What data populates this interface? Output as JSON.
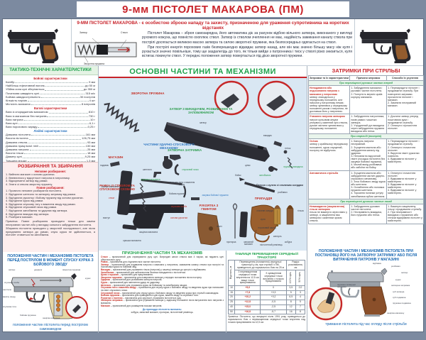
{
  "poster": {
    "title": "9-мм ПІСТОЛЕТ  МАКАРОВА  (ПМ)"
  },
  "intro": {
    "heading": "9-ММ ПІСТОЛЕТ МАКАРОВА - є особистою зброєю нападу та захисту, призначеною для ураження супротивника на коротких відстанях",
    "para1": "Пістолет Макарова – зброя самозарядна, його автоматика діє за рахунок відбою вільного затвора, виконаного у вигляді рухомого кожуха, що повністю охоплює ствол. Затвор із стволом зчеплення не має, надійність замикання каналу ствола при пострілі досягається великою масою затвора та силою зворотної пружини, яка безпосередньо одягається на ствол.",
    "para2": "При пострілі енергія порохових газів безперешкодно відкидає затвор назад, але він має значно більшу масу ніж куля і рухається значно повільніше, тому ще заздалегідь до того, як тільки вийде з патронника і тиск у стволі різко знизиться, куля встигає покинути ствол. У переднє положення затвор повертається під дією зворотної пружини.",
    "schematic": {
      "slide": "Затвор",
      "barrel": "Ствол",
      "spring": "Зворотна пружина"
    }
  },
  "specs": {
    "header": "ТАКТИКО-ТЕХНІЧНІ ХАРАКТЕРИСТИКИ",
    "g1_title": "Бойові характеристики",
    "g1_rows": [
      {
        "n": "Калібр",
        "v": "9 мм"
      },
      {
        "n": "Найбільш ефективний вогонь",
        "v": "до 50 м"
      },
      {
        "n": "Убійна сила кулі зберігається",
        "v": "до 350 м"
      },
      {
        "n": "Початкова швидкість кулі",
        "v": "315 м/с"
      },
      {
        "n": "Бойова швидкострільність",
        "v": "30 постр/хв"
      },
      {
        "n": "Кількість нарізів",
        "v": "4 шт"
      },
      {
        "n": "Місткість магазина",
        "v": "8 патронів"
      }
    ],
    "g2_title": "Вагові характеристики",
    "g2_rows": [
      {
        "n": "Вага із спорядженим магазином",
        "v": "810 г"
      },
      {
        "n": "Вага із магазином без патронів",
        "v": "730 г"
      },
      {
        "n": "Вага патрона",
        "v": "10 г"
      },
      {
        "n": "Вага кулі",
        "v": "6,1 г"
      },
      {
        "n": "Вага порохового заряду",
        "v": "0,25 г"
      }
    ],
    "g3_title": "Лінійні характеристики",
    "g3_rows": [
      {
        "n": "Довжина пістолета",
        "v": "161 мм"
      },
      {
        "n": "Висота пістолета",
        "v": "126,75 мм"
      },
      {
        "n": "Довжина ствола",
        "v": "93 мм"
      },
      {
        "n": "Довжина прицільної лінії",
        "v": "130 мм"
      },
      {
        "n": "Довжина патрона",
        "v": "25 мм"
      },
      {
        "n": "Висота гільзи",
        "v": "18 мм"
      },
      {
        "n": "Діаметр кулі",
        "v": "9,25 мм"
      },
      {
        "n": "Товщина мушки",
        "v": "1,3 мм"
      }
    ]
  },
  "disassembly": {
    "header": "РОЗБИРАННЯ ТА ЗБИРАННЯ",
    "partial_title": "Неповне розбирання:",
    "partial": [
      "1. Вийняти магазин з основи рукоятки.",
      "2. Впевнитися у відсутності патрона в патроннику.",
      "3. Відокремити затвор від рамки.",
      "4. Зняти зі ствола зворотну пружину."
    ],
    "full_title": "Повне розбирання:",
    "full": [
      "1. Провести неповне розбирання пістолета.",
      "2. Від'єднати шептало та затворну затримку від рамки.",
      "3. Від'єднати рукоятку і бойову пружину від основи рукоятки.",
      "4. Від'єднати курок від рамки.",
      "5. Від'єднати спускову тягу з важелем зводу від рамки.",
      "6. Від'єднати спусковий гачок від рамки.",
      "7. Від'єднати запобіжник та ударник від затвора.",
      "8. Від'єднати викидач від затвора.",
      "9. Розібрати магазин."
    ],
    "note": "Примітка: Повне розбирання проводити тільки для заміни несправних частин або у випадку сильного забруднення пістолета.",
    "assembly": "Збирання пістолета проводити у зворотній послідовності, але після приєднання затвора до рамки, спуск курка не здійснюється, а пістолет ставиться на запобіжник."
  },
  "left_position": {
    "heading": "ПОЛОЖЕННЯ ЧАСТИН І МЕХАНІЗМІВ ПІСТОЛЕТА ПЕРЕД ПОСТРІЛОМ В МОМЕНТ СПУСКУ КУРКА З БОЙОВОГО ЗВОДУ",
    "caption": "положення частин пістолета перед пострілом самовзводом",
    "labels": {
      "slide": "затвор",
      "striker": "ударник",
      "spring": "зворотна пружина",
      "hammer": "курок",
      "sear": "шептало",
      "lever": "важіль зводу",
      "rod": "спускова тяга",
      "guard": "спускова скоба",
      "mainspring": "бойова пружина",
      "catch": "защіпка магазина"
    }
  },
  "diagram": {
    "header": "ОСНОВНІ ЧАСТИНИ ТА МЕХАНІЗМИ",
    "group_spring": "ЗВОРОТНА ПРУЖИНА",
    "group_slide": "ЗАТВОР З ВИКИДАЧЕМ, РОЗБИВАЧЕМ ТА ЗАПОБІЖНИКОМ",
    "group_trigger": "ЧАСТИНИ УДАРНО-СПУСКОВОГО МЕХАНІЗМУ",
    "group_frame": "РАМКА ІЗ СТВОЛОМ ТА СПУСКОВОЮ СКОБОЮ",
    "group_magazine": "МАГАЗИН",
    "group_stop": "ЗАТВОРНА ЗАТРИМКА",
    "group_grip": "РУКОЯТКА З ГВИНТОМ",
    "group_accessories": "ПРИЛАДДЯ",
    "cartridge_title": "Патрон з кулею зі сталевим осердям",
    "labels": {
      "slide": "затвор",
      "extractor": "викидач",
      "plunger": "гніток",
      "extr_spring": "пружина викидача",
      "safety": "запобіжник",
      "rear_sight": "цілик",
      "firing_pin": "бойок",
      "striker": "розбивач",
      "hammer": "курок",
      "sear": "шептало",
      "trigger": "спусковий гачок",
      "trigger_rod": "спускова тяга з важелем зводу",
      "mainspring": "бойова пружина",
      "spring_latch": "засувка бойової пружини",
      "barrel": "ствол",
      "guard": "спускова скоба",
      "grip_base": "основа рукоятки",
      "mag_catch": "защіпка магазина",
      "feeder": "подавач",
      "mag_body": "корпус магазина",
      "feeder_spring": "пружина подавача",
      "mag_base": "кришка магазина",
      "lug": "виступ",
      "screw": "гвинт",
      "cleaning_rod": "протирка",
      "spare_mag": "запасний магазин",
      "lanyard": "пістолетний ремінець",
      "holster": "кобура",
      "core": "сталеве осердя",
      "bullet": "куля",
      "case": "гільза",
      "powder": "пороховий заряд",
      "primer": "капсуль"
    }
  },
  "purpose": {
    "header": "ПРИЗНАЧЕННЯ ЧАСТИН ТА МЕХАНІЗМІВ",
    "items": [
      {
        "t": "Ствол",
        "d": "– призначений для спрямування руху кулі. Всередині канал ствола має 4 нарізи, які надають кулі обертального руху."
      },
      {
        "t": "Рамка",
        "d": "– призначена для з'єднання всіх частин пістолета."
      },
      {
        "t": "Затвор",
        "d": "– призначений для подавання патрона з магазина у патронник, замикання каналу ствола при пострілі та постановки курка на бойовий звід."
      },
      {
        "t": "Викидач",
        "d": "– призначений для утримання гільзи (патрона) у чашечці затвора до зустрічі з відбивачем."
      },
      {
        "t": "Запобіжник",
        "d": "– призначений для забезпечення безпеки поводження з пістолетом."
      },
      {
        "t": "Цілик з мушкою",
        "d": "– призначені для прицілювання."
      },
      {
        "t": "Зворотна пружина",
        "d": "– призначена для повернення затвора у переднє положення після пострілу."
      },
      {
        "t": "Ударник",
        "d": "– призначений для розбивання капсуля патрона."
      },
      {
        "t": "Курок",
        "d": "– призначений для нанесення удару по ударнику."
      },
      {
        "t": "Шептало",
        "d": "– призначене для утримання курка на бойовому та запобіжному зводах."
      },
      {
        "t": "Спускова тяга з важелем зводу",
        "d": "– призначена для спуску курка з бойового зводу та зведення курка при натисканні на хвіст спускового гачка."
      },
      {
        "t": "Спусковий гачок",
        "d": "– призначений для спуску курка з бойового зводу та зведення курка при стрільбі самозводом."
      },
      {
        "t": "Бойова пружина",
        "d": "– призначена для приведення в дію курка, важеля зводу та спускової тяги."
      },
      {
        "t": "Рукоятка з гвинтом",
        "d": "– призначена для зручності утримання пістолета в руці."
      },
      {
        "t": "Затворна затримка",
        "d": "– призначена для утримання затвора у задньому положенні після витрачення всіх патронів з магазина."
      },
      {
        "t": "Магазин",
        "d": "– призначений для розміщення восьми патронів."
      }
    ],
    "accessories_title": "До приладдя пістолета належать:",
    "accessories_text": "кобура, запасний магазин, протирка, пістолетний ремінець."
  },
  "trajectory": {
    "header": "ТАБЛИЦЯ ПЕРЕВИЩЕННЯ СЕРЕДНЬОЇ ТРАЄКТОРІЇ",
    "side_label": "Відстань, м",
    "col_main": "Перевищення (пониження) середньої траєкторії у см, при стрільбі з ПМ, приведеного до нормального бою на 25 м",
    "col_radius": "Радіус розсіювання, см",
    "sub1": "З перевищенням середньої точки влучення на 12,5 см вище точки прицілювання",
    "sub2": "З суміщенням середньої точки влучення з точкою прицілювання",
    "sub3": "100% куль",
    "sub4": "50% куль",
    "rows": [
      {
        "d": "10",
        "a": "+5,0",
        "b": "0",
        "c": "3,5",
        "r": "2,0"
      },
      {
        "d": "15",
        "a": "+7,8",
        "b": "+0,3",
        "c": "5",
        "r": "3"
      },
      {
        "d": "20",
        "a": "+10,2",
        "b": "+0,2",
        "c": "6,5",
        "r": "4"
      },
      {
        "d": "25",
        "a": "+12,8",
        "b": "-0,5",
        "c": "8",
        "r": "5"
      },
      {
        "d": "40",
        "a": "+15,0",
        "b": "-2,5",
        "c": "12",
        "r": "7"
      },
      {
        "d": "50",
        "a": "+16,8",
        "b": "-5,7",
        "c": "16",
        "r": "8"
      }
    ],
    "note": "Примітка: Пістолети, що випущені після 1991 року, приводяться до нормального бою з перевищенням середньої точки влучення над точкою прицілювання на 12,5 см."
  },
  "delays": {
    "header": "ЗАТРИМКИ ПРИ СТРІЛЬБІ",
    "col1": "Затримки та їх характеристики",
    "col2": "Причини затримок",
    "col3": "Способи їх усунення",
    "s1": "При переміщенні рухомих частин вперед",
    "s2": "При стрільбі (пострілі)",
    "s3": "При переміщенні рухомих частин назад",
    "rows": [
      {
        "name": "Неподавання або недосилання патрона з магазина у патронник",
        "desc": "затвор знаходиться у передньому положенні, але патрона у патроннику немає; затвор зупинився у середньому положенні разом з патроном, не дославши його у патронник.",
        "causes": "1. Забруднення магазина і рухомих частин пістолета.\n2. Погнутість верхніх країв корпусу магазина.",
        "fixes": "1. Перезарядити пістолет і продовжити стрільбу. При повторенні затримки прочистити пістолет і магазин.\n2. Замінити несправний магазин."
      },
      {
        "name": "Утикання патрона затвором",
        "desc": "патрон кульовим кінцем уткнувся у казенний зріз ствола, рухомі частини зупинилися у середньому положенні.",
        "causes": "1. Забруднення патронника, пазів рамки і чашечки затвора.\n2. Утруднений рух викидача через забруднення пружини викидача або гнітка.",
        "fixes": "1. Дослати затвор уперед поштовхом руки і продовжити стрільбу.\n2. Оглянути і прочистити пістолет."
      },
      {
        "name": "Осічка",
        "desc": "затвор у крайньому передньому положенні, курок спущений, пострілу не відбулося.",
        "causes": "1. Капсуль патрона несправний.\n2. Згущення мастила або забруднення каналу під ударник.\n3. Неповністю вкручений гвинт (посадка пістолета без засувки бойової пружини).\n4. Малий вихід розбивача або забоїни на бойку.",
        "fixes": "1. Перезарядити пістолет і продовжити стрільбу.\n2. Оглянути і почистити пістолет.\n3. Вкрутити гвинт рукоятки повністю.\n4. Відправити пістолет у майстерню."
      },
      {
        "name": "Автоматична стрільба",
        "desc": "",
        "causes": "1. Згущення мастила або забруднення частин ударно-спускового механізму.\n2. Знос бойового зводу курка або шептала.\n3. Ослаблення або поломка пружини шептала.\n4. Торкання полички уступу запобіжника зубом шептала.",
        "fixes": "1. Оглянути і почистити пістолет.\n2. Відправити пістолет у майстерню.\n3. Відправити пістолет у майстерню.\n4. Відправити пістолет у майстерню."
      },
      {
        "name": "Невикидання (защемлення) гільзи затвором",
        "desc": "гільза не викинута через вікно у затворі, а защемлена між затвором і казенним зрізом ствола.",
        "causes": "1. Забруднення рухомих частин пістолета.\n2. Несправність викидача, його пружини або гнітка.",
        "fixes": "1. Викинути защемлену гільзу і продовжити стрільбу.\n2. При несправності викидача з пружиною або гнітком відправити пістолет у майстерню."
      }
    ]
  },
  "right_position": {
    "heading": "ПОЛОЖЕННЯ ЧАСТИН І МЕХАНІЗМІВ ПІСТОЛЕТА ПРИ ПОСТАНОВЦІ ЙОГО НА ЗАТВОРНУ ЗАТРИМКУ АБО ПІСЛЯ ВИТРАЧЕННЯ ПАТРОНІВ У МАГАЗИНІ",
    "caption": "тримання пістолета під час огляду після стрільби",
    "labels": {
      "reflector": "відбивач",
      "striker": "розбивач",
      "slide": "затвор",
      "hammer": "курок",
      "stop": "затворна затримка",
      "slide_tooth": "зуб затвора",
      "feeder_tooth": "зуб подавача",
      "feeder_spring": "пружина подавача",
      "mag_catch": "защіпка магазину",
      "stop_spring": "пружина затворної затримки"
    }
  },
  "colors": {
    "accent_red": "#c8232a",
    "accent_green": "#1fa24c",
    "accent_blue": "#1565b0",
    "frame": "#7c8aa0"
  }
}
